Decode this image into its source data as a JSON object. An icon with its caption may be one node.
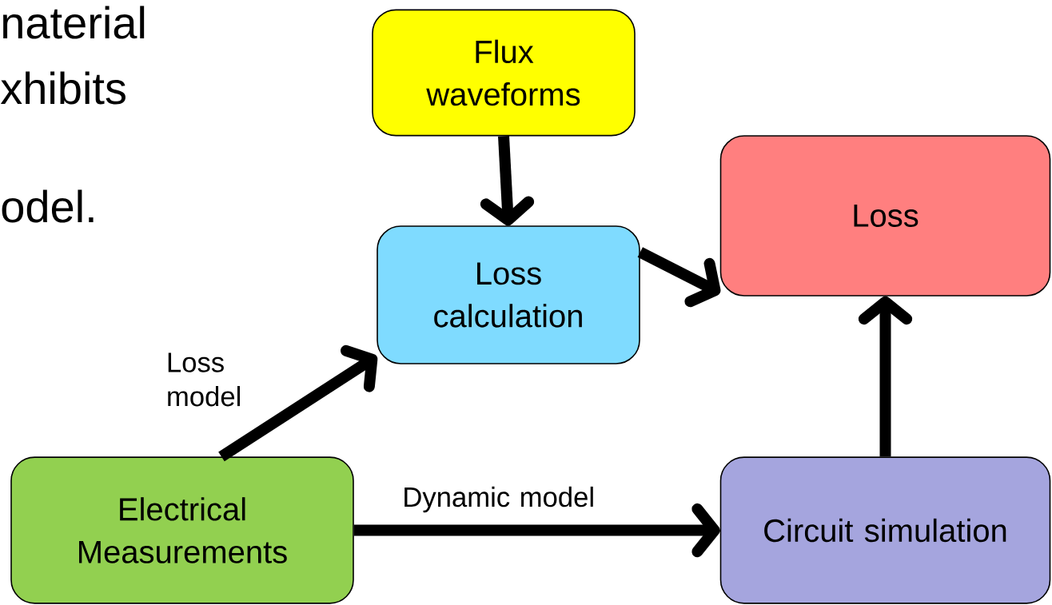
{
  "diagram": {
    "nodes": [
      {
        "text": [
          "Flux waveforms"
        ]
      },
      {
        "text": [
          "Loss"
        ]
      },
      {
        "text": [
          "Loss calculation"
        ]
      },
      {
        "text": [
          "Electrical Measurements"
        ]
      },
      {
        "text": [
          "Circuit simulation"
        ]
      }
    ],
    "edges": [
      {
        "from": 0,
        "to": 2,
        "arrow": "to"
      },
      {
        "from": 2,
        "to": 1,
        "arrow": "to"
      },
      {
        "from": 3,
        "to": 2,
        "arrow": "to",
        "label": "Loss model"
      },
      {
        "from": 3,
        "to": 4,
        "arrow": "to",
        "label": "Dynamic model"
      },
      {
        "from": 4,
        "to": 1,
        "arrow": "to"
      }
    ],
    "labels": [
      "naterial",
      "xhibits",
      "odel."
    ]
  }
}
